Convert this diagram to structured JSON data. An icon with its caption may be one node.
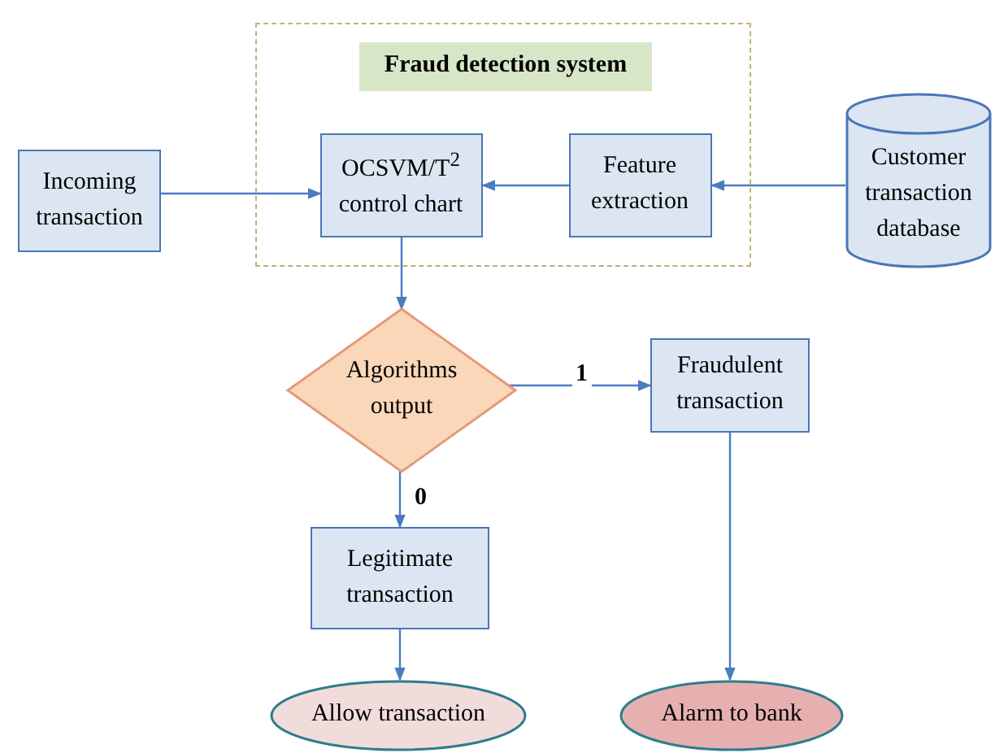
{
  "diagram": {
    "nodes": [
      {
        "text": [
          "Fraud detection system"
        ]
      },
      {
        "text": [
          "Incoming transaction"
        ]
      },
      {
        "text": [
          "OCSVM/T$^{2}$ control chart"
        ],
        "in": 0
      },
      {
        "text": [
          "Feature extraction"
        ],
        "in": 0
      },
      {
        "text": [
          "Customer transaction database"
        ]
      },
      {
        "text": [
          "Algorithms output"
        ]
      },
      {
        "text": [
          "Fraudulent transaction"
        ]
      },
      {
        "text": [
          "Legitimate transaction"
        ]
      },
      {
        "text": [
          "Allow transaction"
        ]
      },
      {
        "text": [
          "Alarm to bank"
        ]
      }
    ],
    "edges": [
      {
        "from": 1,
        "to": 2,
        "arrow": "to"
      },
      {
        "from": 3,
        "to": 2,
        "arrow": "to"
      },
      {
        "from": 4,
        "to": 3,
        "arrow": "to"
      },
      {
        "from": 2,
        "to": 5,
        "arrow": "to"
      },
      {
        "from": 5,
        "to": 6,
        "arrow": "to",
        "label": "1"
      },
      {
        "from": 5,
        "to": 7,
        "arrow": "to",
        "label": "0"
      },
      {
        "from": 7,
        "to": 8,
        "arrow": "to"
      },
      {
        "from": 6,
        "to": 9,
        "arrow": "to"
      }
    ]
  }
}
